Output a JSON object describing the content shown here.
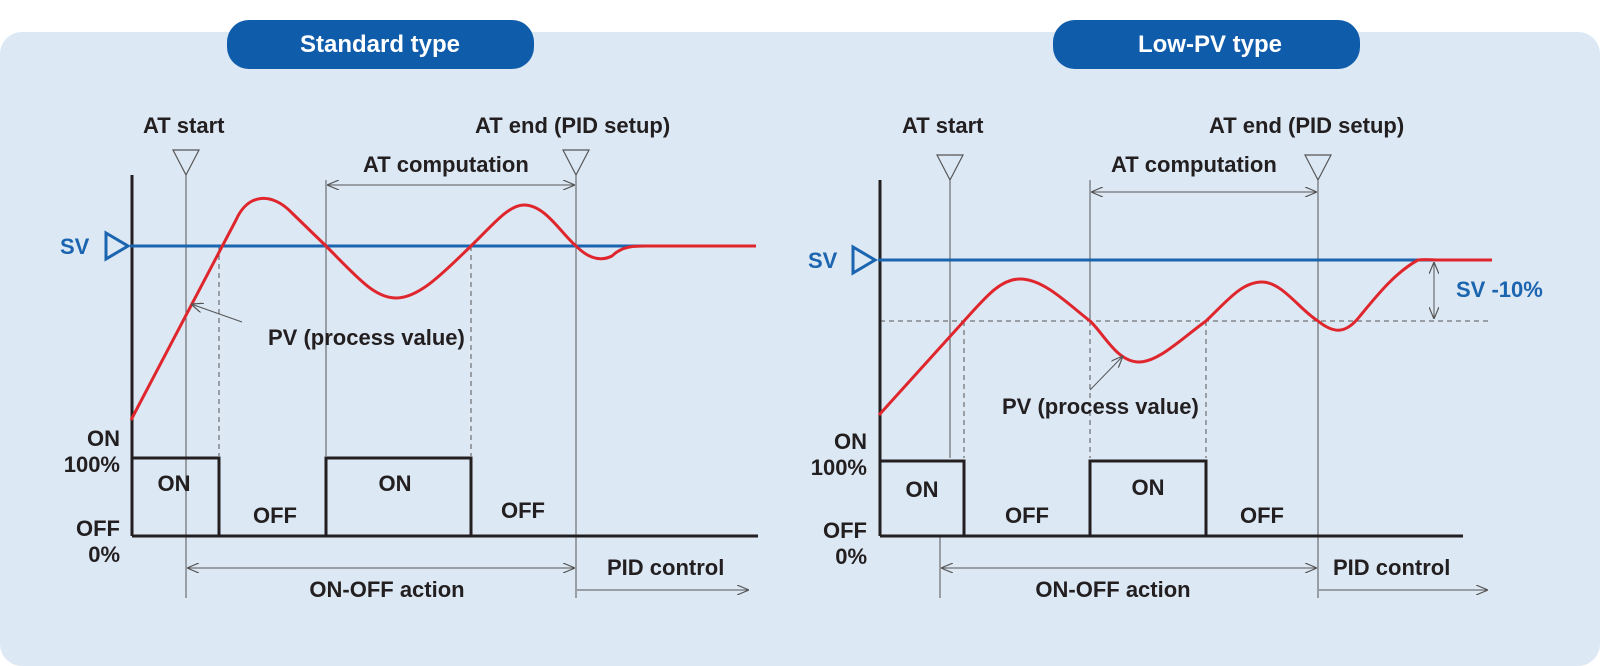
{
  "panels": [
    {
      "title": "Standard type",
      "at_start": "AT start",
      "at_end": "AT end (PID setup)",
      "at_computation": "AT computation",
      "sv": "SV",
      "pv": "PV (process value)",
      "on_100_line1": "ON",
      "on_100_line2": "100%",
      "off_0_line1": "OFF",
      "off_0_line2": "0%",
      "pulse_on_1": "ON",
      "pulse_off_1": "OFF",
      "pulse_on_2": "ON",
      "pulse_off_2": "OFF",
      "on_off_action": "ON-OFF action",
      "pid_control": "PID control"
    },
    {
      "title": "Low-PV type",
      "at_start": "AT start",
      "at_end": "AT end (PID setup)",
      "at_computation": "AT computation",
      "sv": "SV",
      "sv_offset": "SV -10%",
      "pv": "PV (process value)",
      "on_100_line1": "ON",
      "on_100_line2": "100%",
      "off_0_line1": "OFF",
      "off_0_line2": "0%",
      "pulse_on_1": "ON",
      "pulse_off_1": "OFF",
      "pulse_on_2": "ON",
      "pulse_off_2": "OFF",
      "on_off_action": "ON-OFF action",
      "pid_control": "PID control"
    }
  ],
  "colors": {
    "background_panel": "#dce8f4",
    "pill": "#0f5cab",
    "sv_line": "#1a64b0",
    "pv_curve": "#e0262d",
    "axes": "#231f20"
  }
}
